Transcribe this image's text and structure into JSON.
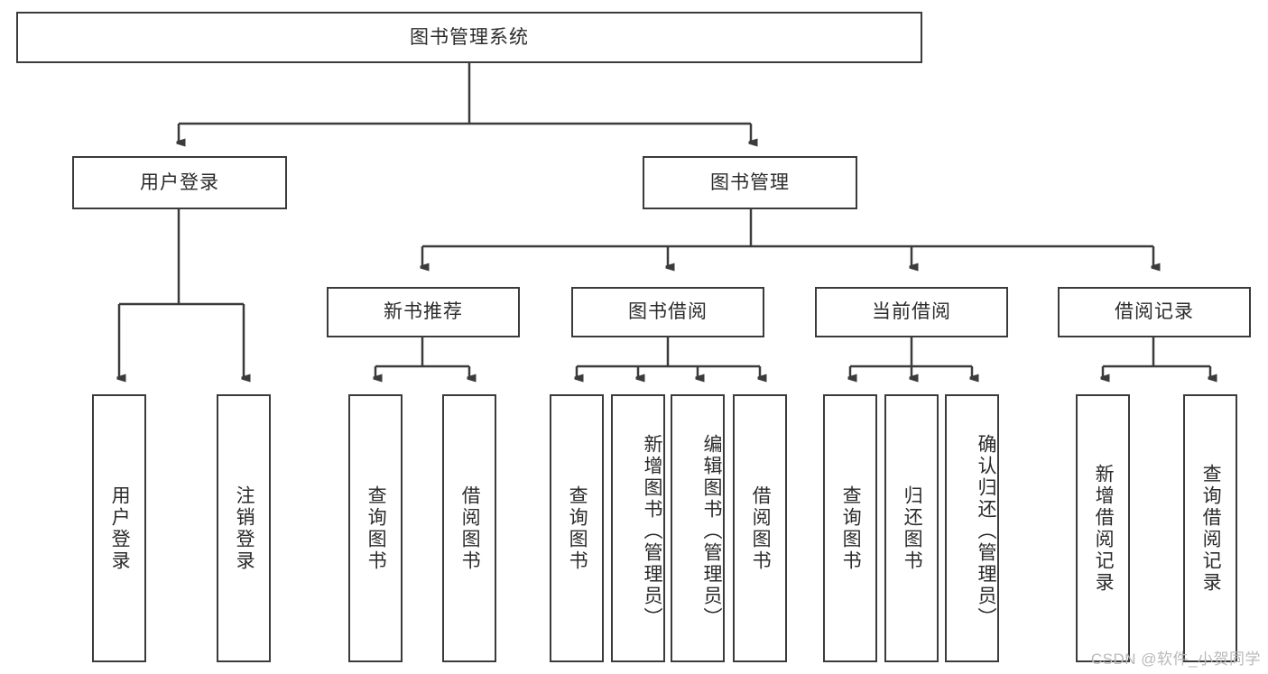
{
  "diagram": {
    "type": "tree",
    "title": "图书管理系统",
    "colors": {
      "box_border": "#3b3b3b",
      "box_fill": "#ffffff",
      "edge": "#3b3b3b",
      "text": "#2b2b2b",
      "watermark": "#b9b9b9",
      "background": "#ffffff"
    },
    "nodes": {
      "root": "图书管理系统",
      "level2": {
        "user_login": "用户登录",
        "book_manage": "图书管理"
      },
      "level3": {
        "new_book_recommend": "新书推荐",
        "book_borrow": "图书借阅",
        "current_borrow": "当前借阅",
        "borrow_record": "借阅记录"
      },
      "leaves": {
        "user_login_1": "用户登录",
        "user_login_2": "注销登录",
        "new_book_1": "查询图书",
        "new_book_2": "借阅图书",
        "book_borrow_1": "查询图书",
        "book_borrow_2": "新增图书（管理员）",
        "book_borrow_3": "编辑图书（管理员）",
        "book_borrow_4": "借阅图书",
        "current_borrow_1": "查询图书",
        "current_borrow_2": "归还图书",
        "current_borrow_3": "确认归还（管理员）",
        "borrow_record_1": "新增借阅记录",
        "borrow_record_2": "查询借阅记录"
      }
    },
    "watermark": "CSDN @软件_小贺同学"
  }
}
